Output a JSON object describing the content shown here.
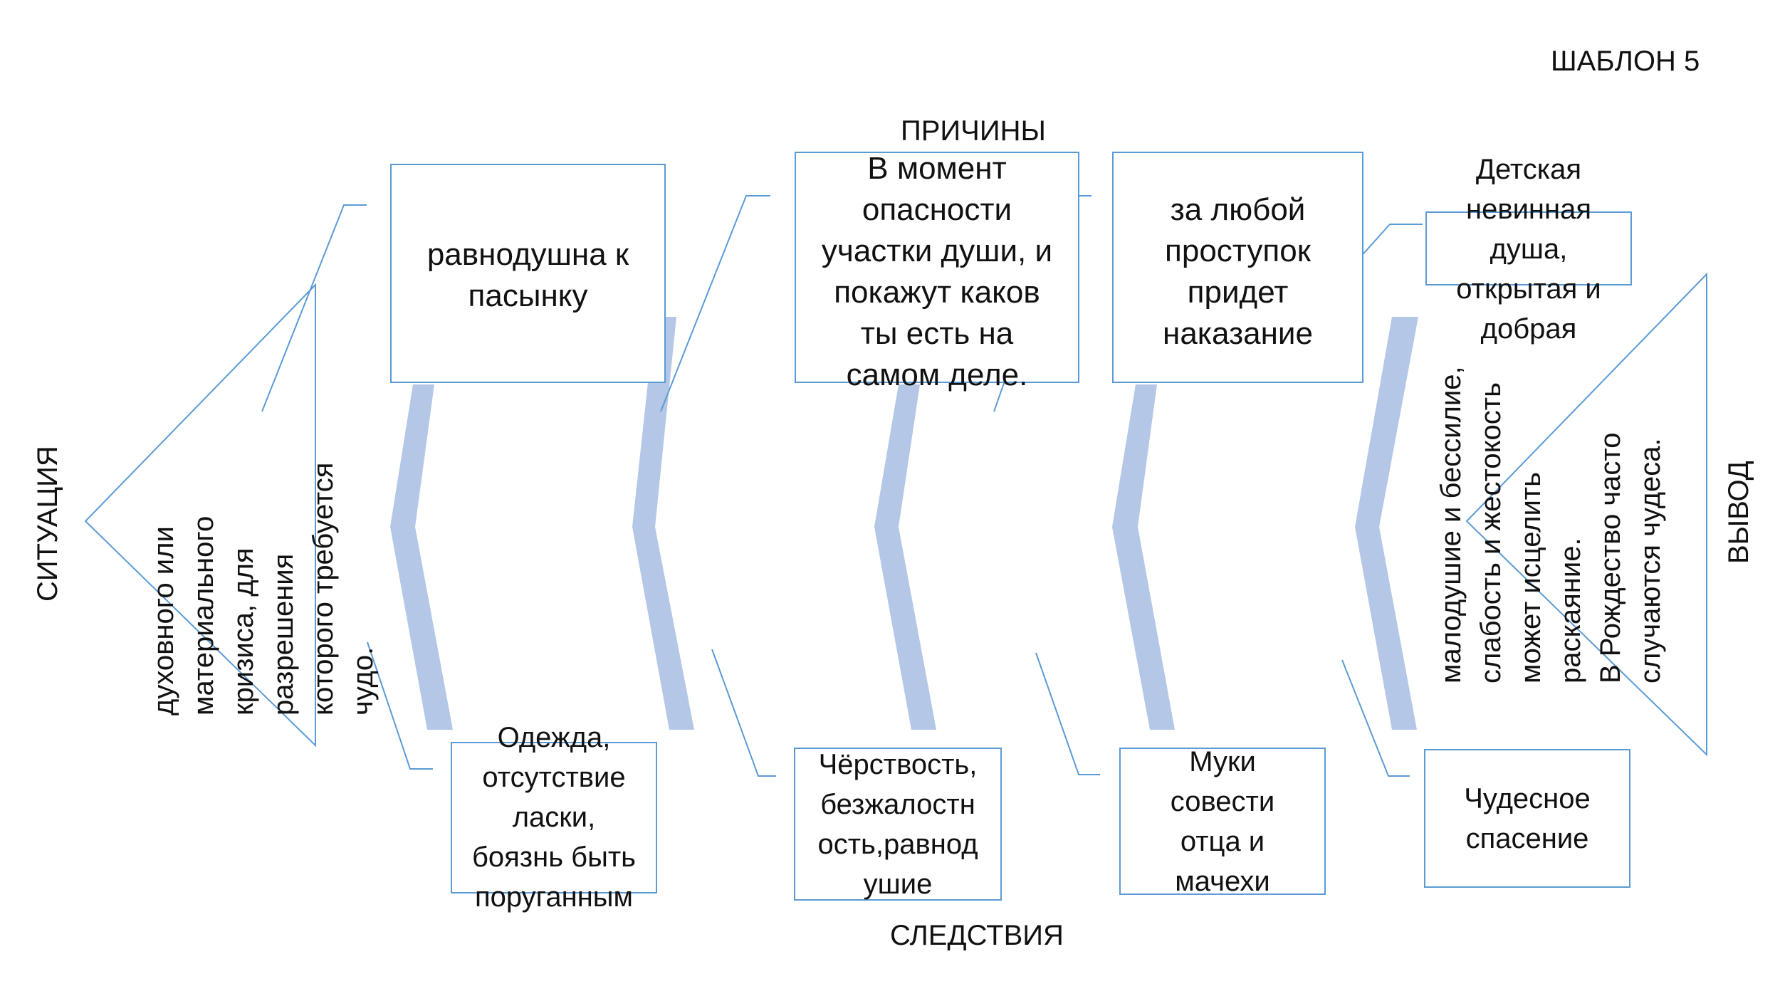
{
  "template_label": "ШАБЛОН 5",
  "headings": {
    "causes": "ПРИЧИНЫ",
    "effects": "СЛЕДСТВИЯ",
    "situation": "СИТУАЦИЯ",
    "conclusion": "ВЫВОД"
  },
  "situation_text": [
    "духовного или",
    "материального",
    "кризиса, для",
    "разрешения",
    "которого требуется",
    "чудо."
  ],
  "causes": [
    {
      "lines": [
        "равнодушна к",
        "пасынку"
      ]
    },
    {
      "lines": [
        "В момент",
        "опасности",
        "участки души, и",
        "покажут каков",
        "ты есть на",
        "самом деле."
      ]
    },
    {
      "lines": [
        "за любой",
        "проступок",
        "придет",
        "наказание"
      ]
    },
    {
      "lines": [
        "Детская",
        "невинная",
        "душа,",
        "открытая и",
        "добрая"
      ]
    }
  ],
  "effects": [
    {
      "lines": [
        "Одежда,",
        "отсутствие",
        "ласки,",
        "боязнь быть",
        "поруганным"
      ]
    },
    {
      "lines": [
        "Чёрствость,",
        "безжалостн",
        "ость,равнод",
        "ушие"
      ]
    },
    {
      "lines": [
        "Муки",
        "совести",
        "отца и",
        "мачехи"
      ]
    },
    {
      "lines": [
        "Чудесное",
        "спасение"
      ]
    }
  ],
  "conclusion_text": [
    "малодушие и бессилие,",
    "слабость и жестокость",
    "может исцелить",
    "раскаяние.",
    "В Рождество часто",
    "случаются чудеса."
  ],
  "colors": {
    "box_border": "#5b9bd5",
    "chevron_fill": "#b4c7e7",
    "line": "#5b9bd5"
  }
}
